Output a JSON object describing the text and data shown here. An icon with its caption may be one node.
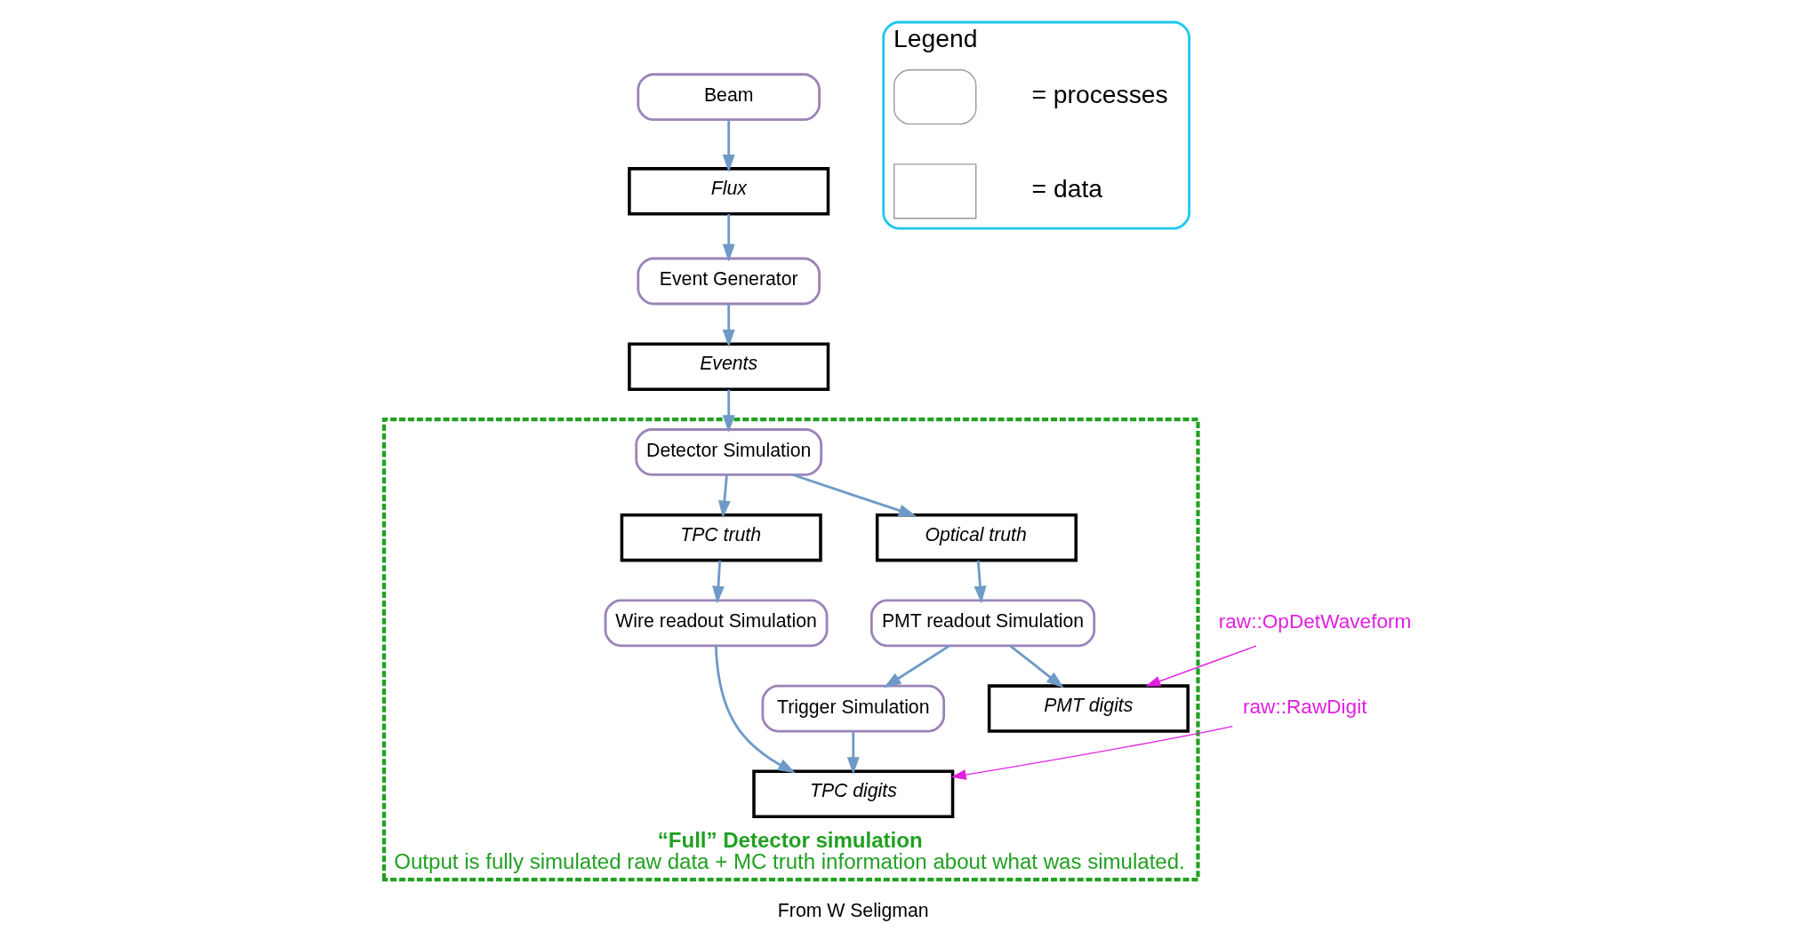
{
  "diagram": {
    "nodes": [
      {
        "text": [
          "Beam"
        ]
      },
      {
        "text": [
          "Flux"
        ]
      },
      {
        "text": [
          "Event Generator"
        ]
      },
      {
        "text": [
          "Events"
        ]
      },
      {
        "text": [
          "“Full” Detector simulation",
          "Output is fully simulated raw data + MC truth information about what was simulated."
        ]
      },
      {
        "text": [
          "Detector Simulation"
        ],
        "in": 4
      },
      {
        "text": [
          "Optical truth"
        ],
        "in": 4
      },
      {
        "text": [
          "TPC truth"
        ],
        "in": 4
      },
      {
        "text": [
          "PMT readout Simulation"
        ],
        "in": 4
      },
      {
        "text": [
          "PMT digits"
        ],
        "in": 4
      },
      {
        "text": [
          "Trigger Simulation"
        ],
        "in": 4
      },
      {
        "text": [
          "Wire readout Simulation"
        ],
        "in": 4
      },
      {
        "text": [
          "TPC digits"
        ],
        "in": 4
      },
      {
        "text": [
          "raw::OpDetWaveform"
        ]
      },
      {
        "text": [
          "raw::RawDigit"
        ]
      },
      {
        "text": [
          "Legend"
        ]
      },
      {
        "text": [],
        "shape": "box",
        "in": 15
      },
      {
        "text": [],
        "shape": "box",
        "in": 15
      }
    ],
    "edges": [
      {
        "from": 0,
        "to": 1,
        "arrow": "to"
      },
      {
        "from": 1,
        "to": 2,
        "arrow": "to"
      },
      {
        "from": 2,
        "to": 3,
        "arrow": "to"
      },
      {
        "from": 3,
        "to": 5,
        "arrow": "to"
      },
      {
        "from": 5,
        "to": 6,
        "arrow": "to"
      },
      {
        "from": 5,
        "to": 7,
        "arrow": "to"
      },
      {
        "from": 6,
        "to": 8,
        "arrow": "to"
      },
      {
        "from": 8,
        "to": 9,
        "arrow": "to"
      },
      {
        "from": 8,
        "to": 10,
        "arrow": "to"
      },
      {
        "from": 10,
        "to": 12,
        "arrow": "to"
      },
      {
        "from": 7,
        "to": 11,
        "arrow": "to"
      },
      {
        "from": 11,
        "to": 12,
        "arrow": "to"
      },
      {
        "from": 13,
        "to": 9,
        "arrow": "to",
        "color": "#e020e0"
      },
      {
        "from": 14,
        "to": 12,
        "arrow": "to",
        "color": "#e020e0"
      }
    ],
    "labels": [
      "From W Seligman"
    ],
    "legend": [
      {
        "text": "= processes"
      },
      {
        "text": "= data"
      }
    ]
  }
}
